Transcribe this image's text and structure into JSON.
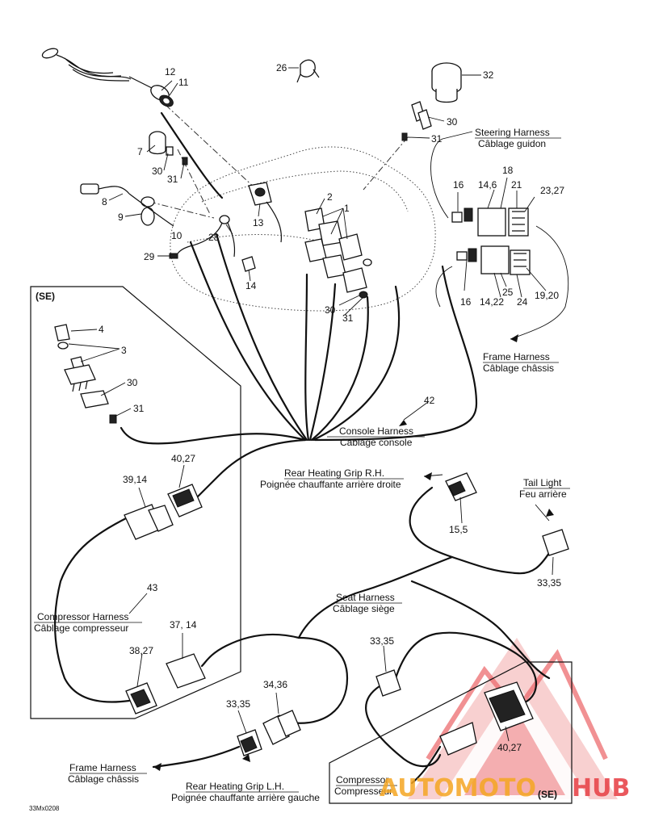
{
  "diagram_code": "33Mx0208",
  "se_label": "(SE)",
  "watermark": {
    "text_left": "AUTOMOTO",
    "text_right": "HUB",
    "color_primary": "#e8474c",
    "color_accent": "#f5a623"
  },
  "harness_labels": {
    "steering": {
      "en": "Steering Harness",
      "fr": "Câblage guidon"
    },
    "frame_top": {
      "en": "Frame Harness",
      "fr": "Câblage châssis"
    },
    "console": {
      "en": "Console Harness",
      "fr": "Câblage console"
    },
    "rear_grip_rh": {
      "en": "Rear Heating Grip R.H.",
      "fr": "Poignée chauffante arrière droite"
    },
    "tail_light": {
      "en": "Tail Light",
      "fr": "Feu arrière"
    },
    "seat": {
      "en": "Seat Harness",
      "fr": "Câblage siège"
    },
    "compressor_harness": {
      "en": "Compressor Harness",
      "fr": "Câblage compresseur"
    },
    "frame_bottom": {
      "en": "Frame Harness",
      "fr": "Câblage châssis"
    },
    "rear_grip_lh": {
      "en": "Rear Heating Grip L.H.",
      "fr": "Poignée chauffante arrière gauche"
    },
    "compressor": {
      "en": "Compressor",
      "fr": "Compresseur"
    }
  },
  "callouts": {
    "c12": "12",
    "c11": "11",
    "c26": "26",
    "c32": "32",
    "c30a": "30",
    "c31a": "31",
    "c7": "7",
    "c30b": "30",
    "c31b": "31",
    "c8": "8",
    "c9": "9",
    "c10": "10",
    "c13": "13",
    "c2": "2",
    "c1": "1",
    "c28": "28",
    "c29": "29",
    "c14a": "14",
    "c16a": "16",
    "c14_6": "14,6",
    "c18": "18",
    "c21": "21",
    "c23_27": "23,27",
    "c16b": "16",
    "c14_22": "14,22",
    "c25": "25",
    "c24": "24",
    "c19_20": "19,20",
    "c30c": "30",
    "c31c": "31",
    "c4": "4",
    "c3": "3",
    "c30d": "30",
    "c31d": "31",
    "c42": "42",
    "c39_14": "39,14",
    "c40_27a": "40,27",
    "c15_5": "15,5",
    "c33_35a": "33,35",
    "c43": "43",
    "c37_14": "37, 14",
    "c38_27": "38,27",
    "c33_35b": "33,35",
    "c34_36": "34,36",
    "c33_35c": "33,35",
    "c40_27b": "40,27"
  }
}
